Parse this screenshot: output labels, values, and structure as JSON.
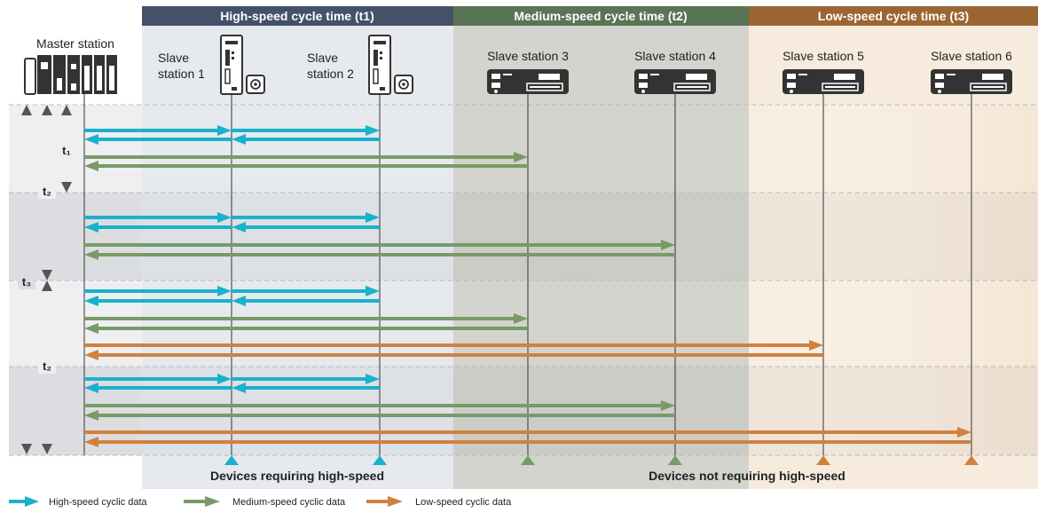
{
  "header": {
    "high": "High-speed cycle time (t1)",
    "medium": "Medium-speed cycle time (t2)",
    "low": "Low-speed cycle time (t3)"
  },
  "master_label": "Master station",
  "slaves": {
    "s1": [
      "Slave",
      "station 1"
    ],
    "s2": [
      "Slave",
      "station 2"
    ],
    "s3": "Slave station 3",
    "s4": "Slave station 4",
    "s5": "Slave station 5",
    "s6": "Slave station 6"
  },
  "time_labels": {
    "t1": "t₁",
    "t2a": "t₂",
    "t3": "t₃",
    "t2b": "t₂"
  },
  "footer": {
    "high_devices": "Devices requiring high-speed",
    "other_devices": "Devices not requiring high-speed"
  },
  "legend": {
    "high": "High-speed cyclic data",
    "medium": "Medium-speed cyclic data",
    "low": "Low-speed cyclic data"
  },
  "colors": {
    "high": "#1ab1cc",
    "medium": "#789a68",
    "low": "#d0813f",
    "header_high": "#445169",
    "header_medium": "#597556",
    "header_low": "#9c6633",
    "zone_high": "#e6e9ee",
    "zone_medium": "#d3d4cd",
    "zone_low": "#f7ebde"
  }
}
